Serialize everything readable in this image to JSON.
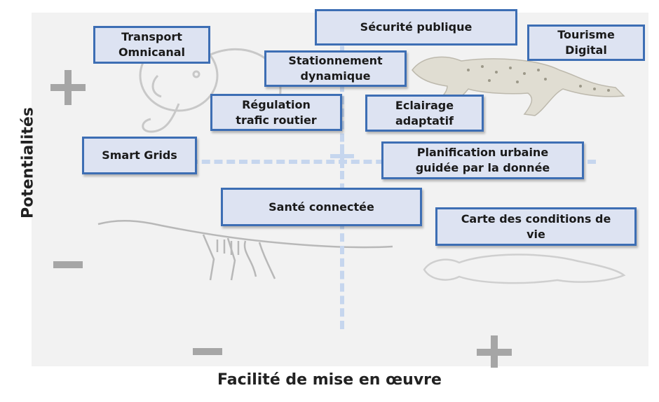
{
  "axes": {
    "x_title": "Facilité de mise en œuvre",
    "y_title": "Potentialités",
    "y_plus_sign": "+",
    "y_minus_sign": "−",
    "x_minus_sign": "−",
    "x_plus_sign": "+"
  },
  "quadrant_animals": [
    "elephant-icon",
    "cheetah-icon",
    "dinosaur-skeleton-icon",
    "platypus-icon"
  ],
  "items": [
    {
      "id": "transport-omnicanal",
      "label": "Transport\nOmnicanal"
    },
    {
      "id": "securite-publique",
      "label": "Sécurité publique"
    },
    {
      "id": "tourisme-digital",
      "label": "Tourisme\nDigital"
    },
    {
      "id": "stationnement-dynamique",
      "label": "Stationnement\ndynamique"
    },
    {
      "id": "regulation-trafic-routier",
      "label": "Régulation\ntrafic routier"
    },
    {
      "id": "eclairage-adaptatif",
      "label": "Eclairage\nadaptatif"
    },
    {
      "id": "smart-grids",
      "label": "Smart Grids"
    },
    {
      "id": "planification-urbaine",
      "label": "Planification urbaine\nguidée par la donnée"
    },
    {
      "id": "sante-connectee",
      "label": "Santé connectée"
    },
    {
      "id": "carte-conditions-vie",
      "label": "Carte des conditions de\nvie"
    }
  ]
}
